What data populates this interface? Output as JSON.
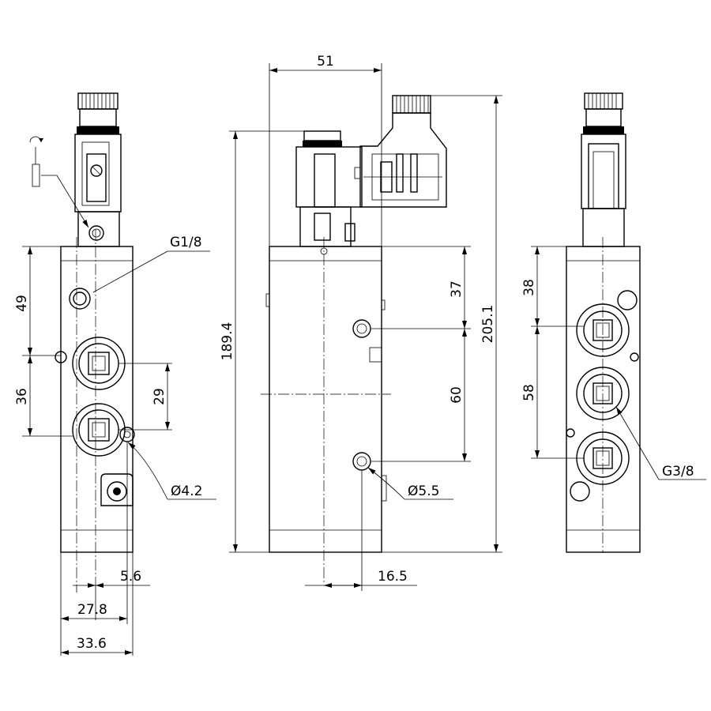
{
  "dimensions": {
    "left_49": "49",
    "left_36": "36",
    "left_29": "29",
    "left_5_6": "5.6",
    "left_27_8": "27.8",
    "left_33_6": "33.6",
    "left_g18": "G1/8",
    "left_dia42": "Ø4.2",
    "mid_51": "51",
    "mid_189_4": "189.4",
    "mid_205_1": "205.1",
    "mid_37": "37",
    "mid_60": "60",
    "mid_16_5": "16.5",
    "mid_dia55": "Ø5.5",
    "right_38": "38",
    "right_58": "58",
    "right_g38": "G3/8"
  }
}
